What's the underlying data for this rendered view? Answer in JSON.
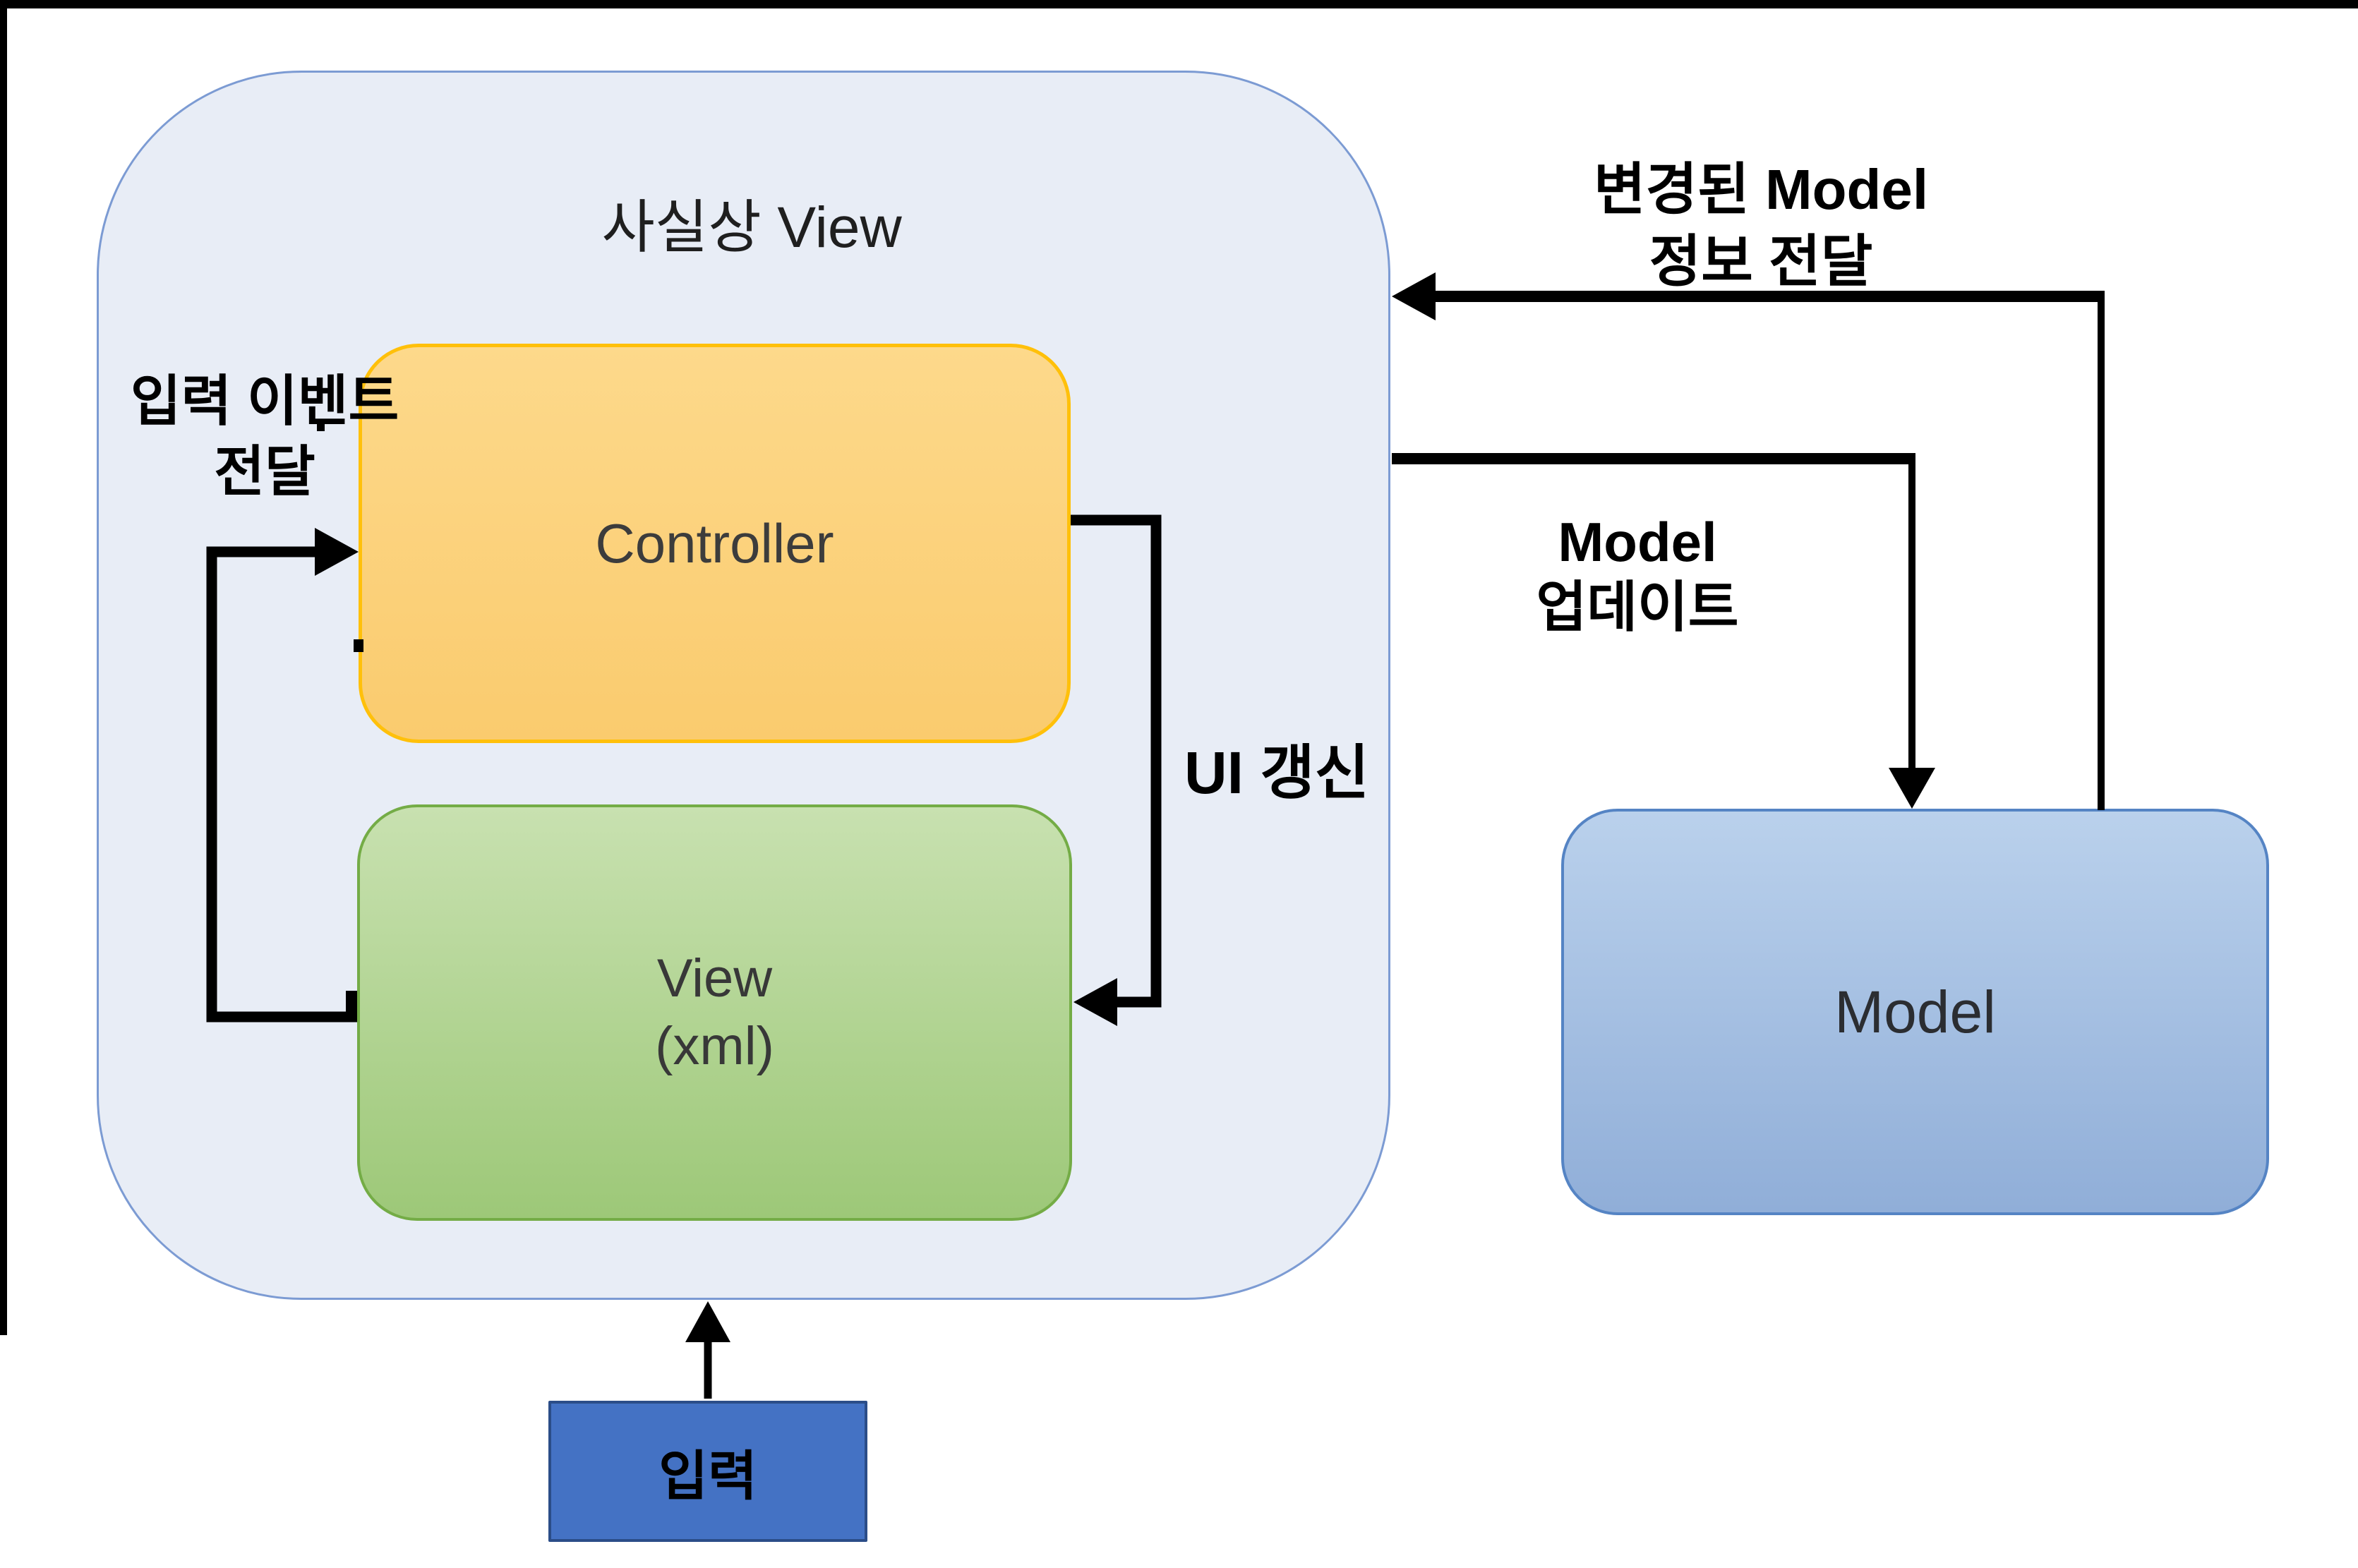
{
  "diagram": {
    "container_title": "사실상 View",
    "nodes": {
      "controller": {
        "label": "Controller"
      },
      "view": {
        "label": "View",
        "sublabel": "(xml)"
      },
      "model": {
        "label": "Model"
      },
      "input": {
        "label": "입력"
      }
    },
    "annotations": {
      "input_event": {
        "line1": "입력 이벤트",
        "line2": "전달"
      },
      "ui_update": {
        "text": "UI 갱신"
      },
      "model_update": {
        "line1": "Model",
        "line2": "업데이트"
      },
      "changed_model": {
        "line1": "변경된 Model",
        "line2": "정보 전달"
      }
    }
  },
  "colors": {
    "frame": "#000000",
    "container-fill": "#E8EDF6",
    "container-border": "#7C9BD3",
    "controller-top": "#FDD98B",
    "controller-bottom": "#FACB6E",
    "controller-border": "#FFC00A",
    "view-top": "#C8E1B0",
    "view-bottom": "#9DC878",
    "view-border": "#74AC46",
    "model-top": "#BAD1EC",
    "model-bottom": "#90AED8",
    "model-border": "#5584C4",
    "input-fill": "#4472C4",
    "input-border": "#2B4D88",
    "arrow": "#000000"
  }
}
